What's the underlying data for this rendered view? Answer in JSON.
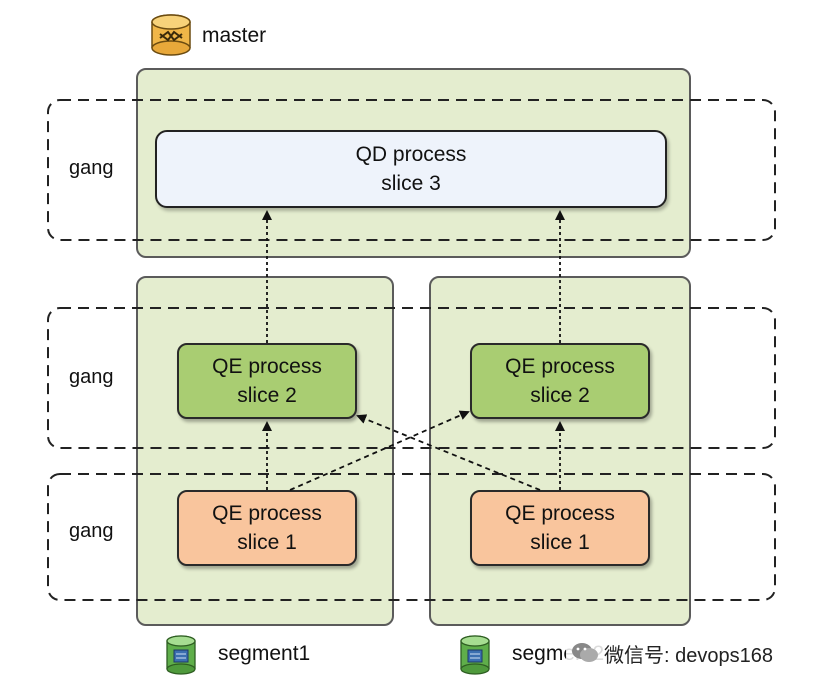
{
  "master": {
    "label": "master"
  },
  "segments": [
    {
      "label": "segment1"
    },
    {
      "label": "segment2"
    }
  ],
  "gangs": [
    {
      "label": "gang"
    },
    {
      "label": "gang"
    },
    {
      "label": "gang"
    }
  ],
  "qd": {
    "line1": "QD process",
    "line2": "slice 3"
  },
  "qe_slice2": [
    {
      "line1": "QE process",
      "line2": "slice 2"
    },
    {
      "line1": "QE process",
      "line2": "slice 2"
    }
  ],
  "qe_slice1": [
    {
      "line1": "QE process",
      "line2": "slice 1"
    },
    {
      "line1": "QE process",
      "line2": "slice 1"
    }
  ],
  "watermark": "微信号: devops168",
  "colors": {
    "container_bg": "#e4edcf",
    "qd_bg": "#eef3fb",
    "qe2_bg": "#a9cd72",
    "qe1_bg": "#f9c59d"
  }
}
